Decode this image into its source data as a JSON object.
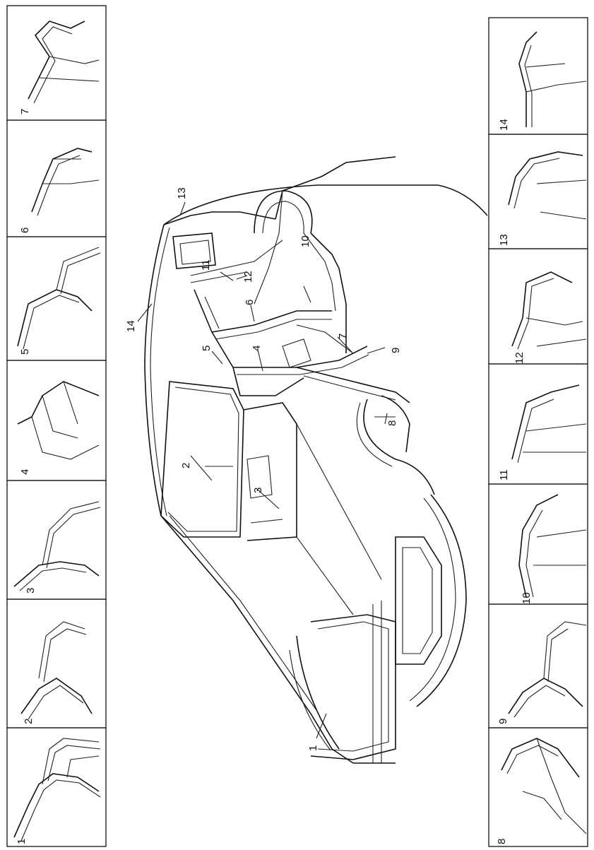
{
  "left_strip_panels": [
    {
      "label": "1",
      "part": "section-1"
    },
    {
      "label": "2",
      "part": "section-2"
    },
    {
      "label": "3",
      "part": "section-3"
    },
    {
      "label": "4",
      "part": "section-4"
    },
    {
      "label": "5",
      "part": "section-5"
    },
    {
      "label": "6",
      "part": "section-6"
    },
    {
      "label": "7",
      "part": "section-7"
    }
  ],
  "right_strip_panels": [
    {
      "label": "8",
      "part": "section-8"
    },
    {
      "label": "9",
      "part": "section-9"
    },
    {
      "label": "10",
      "part": "section-10"
    },
    {
      "label": "11",
      "part": "section-11"
    },
    {
      "label": "12",
      "part": "section-12"
    },
    {
      "label": "13",
      "part": "section-13"
    },
    {
      "label": "14",
      "part": "section-14"
    }
  ],
  "body_callouts": [
    "1",
    "2",
    "3",
    "4",
    "5",
    "6",
    "7",
    "8",
    "9",
    "10",
    "11",
    "12",
    "13",
    "14"
  ],
  "colors": {
    "line": "#111111",
    "background": "#ffffff"
  }
}
